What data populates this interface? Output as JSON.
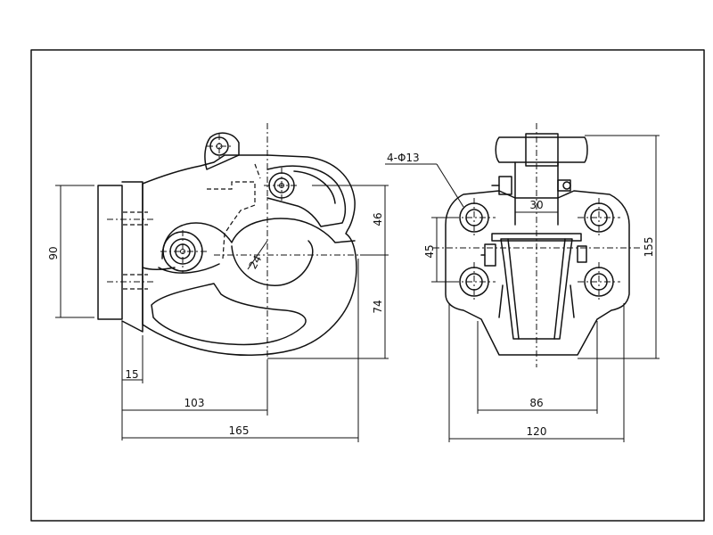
{
  "drawing": {
    "colors": {
      "line": "#111111",
      "background": "#ffffff"
    },
    "side_view_dimensions": {
      "height_left": "90",
      "upper_right": "46",
      "radius": "24",
      "lower_right": "74",
      "flange": "15",
      "mid_width": "103",
      "total_width": "165"
    },
    "front_view_dimensions": {
      "holes": "4-Φ13",
      "top_width": "30",
      "hole_pitch": "45",
      "total_height": "155",
      "bottom_width": "86",
      "total_width": "120"
    }
  }
}
